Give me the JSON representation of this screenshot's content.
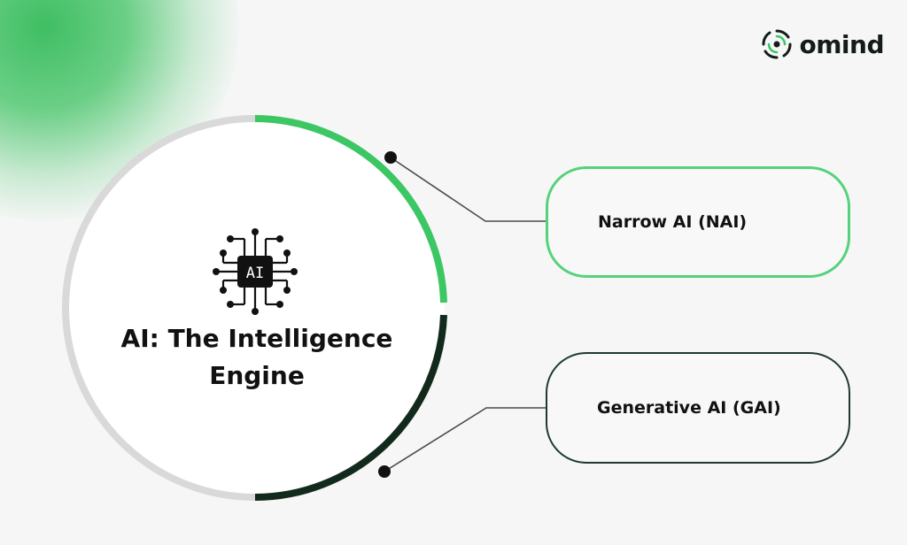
{
  "brand": {
    "name": "omind",
    "logo_icon": "spiral-swirl-logo-icon"
  },
  "center": {
    "chip_text": "AI",
    "chip_icon": "ai-chip-circuit-icon",
    "title_line1": "AI: The Intelligence",
    "title_line2": "Engine"
  },
  "branches": [
    {
      "label": "Narrow AI (NAI)",
      "color": "#55d27b"
    },
    {
      "label": "Generative AI (GAI)",
      "color": "#1f3a2a"
    }
  ],
  "colors": {
    "background": "#f6f6f6",
    "ring_green": "#3cc764",
    "ring_dark": "#122a1b",
    "ring_grey": "#d9d9d9",
    "glow_green": "#3fbe63"
  }
}
